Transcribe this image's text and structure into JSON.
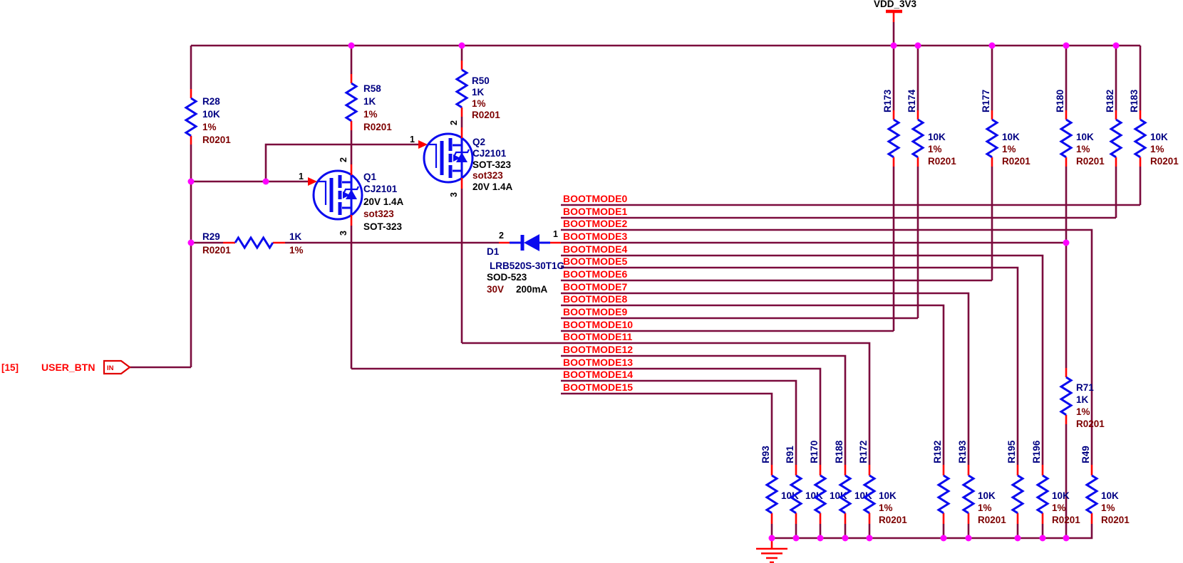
{
  "power": {
    "label": "VDD_3V3"
  },
  "port": {
    "index": "[15]",
    "name": "USER_BTN",
    "dir": "IN"
  },
  "r28": {
    "ref": "R28",
    "value": "10K",
    "tol": "1%",
    "fp": "R0201"
  },
  "r58": {
    "ref": "R58",
    "value": "1K",
    "tol": "1%",
    "fp": "R0201"
  },
  "r50": {
    "ref": "R50",
    "value": "1K",
    "tol": "1%",
    "fp": "R0201"
  },
  "r29": {
    "ref": "R29",
    "fp": "R0201",
    "value": "1K",
    "tol": "1%"
  },
  "r71": {
    "ref": "R71",
    "value": "1K",
    "tol": "1%",
    "fp": "R0201"
  },
  "q1": {
    "ref": "Q1",
    "part": "CJ2101",
    "rating": "20V 1.4A",
    "fp_lower": "sot323",
    "fp": "SOT-323",
    "pin_gate": "1",
    "pin_drain": "2",
    "pin_source": "3"
  },
  "q2": {
    "ref": "Q2",
    "part": "CJ2101",
    "fp": "SOT-323",
    "fp_lower": "sot323",
    "rating": "20V 1.4A",
    "pin_gate": "1",
    "pin_drain": "2",
    "pin_source": "3"
  },
  "d1": {
    "ref": "D1",
    "part": "LRB520S-30T1G",
    "package": "SOD-523",
    "v": "30V",
    "i": "200mA",
    "pin_anode": "1",
    "pin_cathode": "2"
  },
  "pullups": [
    {
      "ref": "R173"
    },
    {
      "ref": "R174",
      "value": "10K",
      "tol": "1%",
      "fp": "R0201"
    },
    {
      "ref": "R177",
      "value": "10K",
      "tol": "1%",
      "fp": "R0201"
    },
    {
      "ref": "R180",
      "value": "10K",
      "tol": "1%",
      "fp": "R0201"
    },
    {
      "ref": "R182"
    },
    {
      "ref": "R183",
      "value": "10K",
      "tol": "1%",
      "fp": "R0201"
    }
  ],
  "pulldowns": [
    {
      "ref": "R93",
      "value": "10K"
    },
    {
      "ref": "R91",
      "value": "10K"
    },
    {
      "ref": "R170",
      "value": "10K"
    },
    {
      "ref": "R188",
      "value": "10K"
    },
    {
      "ref": "R172",
      "value": "10K",
      "tol": "1%",
      "fp": "R0201"
    },
    {
      "ref": "R192"
    },
    {
      "ref": "R193",
      "value": "10K",
      "tol": "1%",
      "fp": "R0201"
    },
    {
      "ref": "R195"
    },
    {
      "ref": "R196",
      "value": "10K",
      "tol": "1%",
      "fp": "R0201"
    },
    {
      "ref": "R49",
      "value": "10K",
      "tol": "1%",
      "fp": "R0201"
    }
  ],
  "nets": {
    "bootmode": [
      "BOOTMODE0",
      "BOOTMODE1",
      "BOOTMODE2",
      "BOOTMODE3",
      "BOOTMODE4",
      "BOOTMODE5",
      "BOOTMODE6",
      "BOOTMODE7",
      "BOOTMODE8",
      "BOOTMODE9",
      "BOOTMODE10",
      "BOOTMODE11",
      "BOOTMODE12",
      "BOOTMODE13",
      "BOOTMODE14",
      "BOOTMODE15"
    ]
  }
}
